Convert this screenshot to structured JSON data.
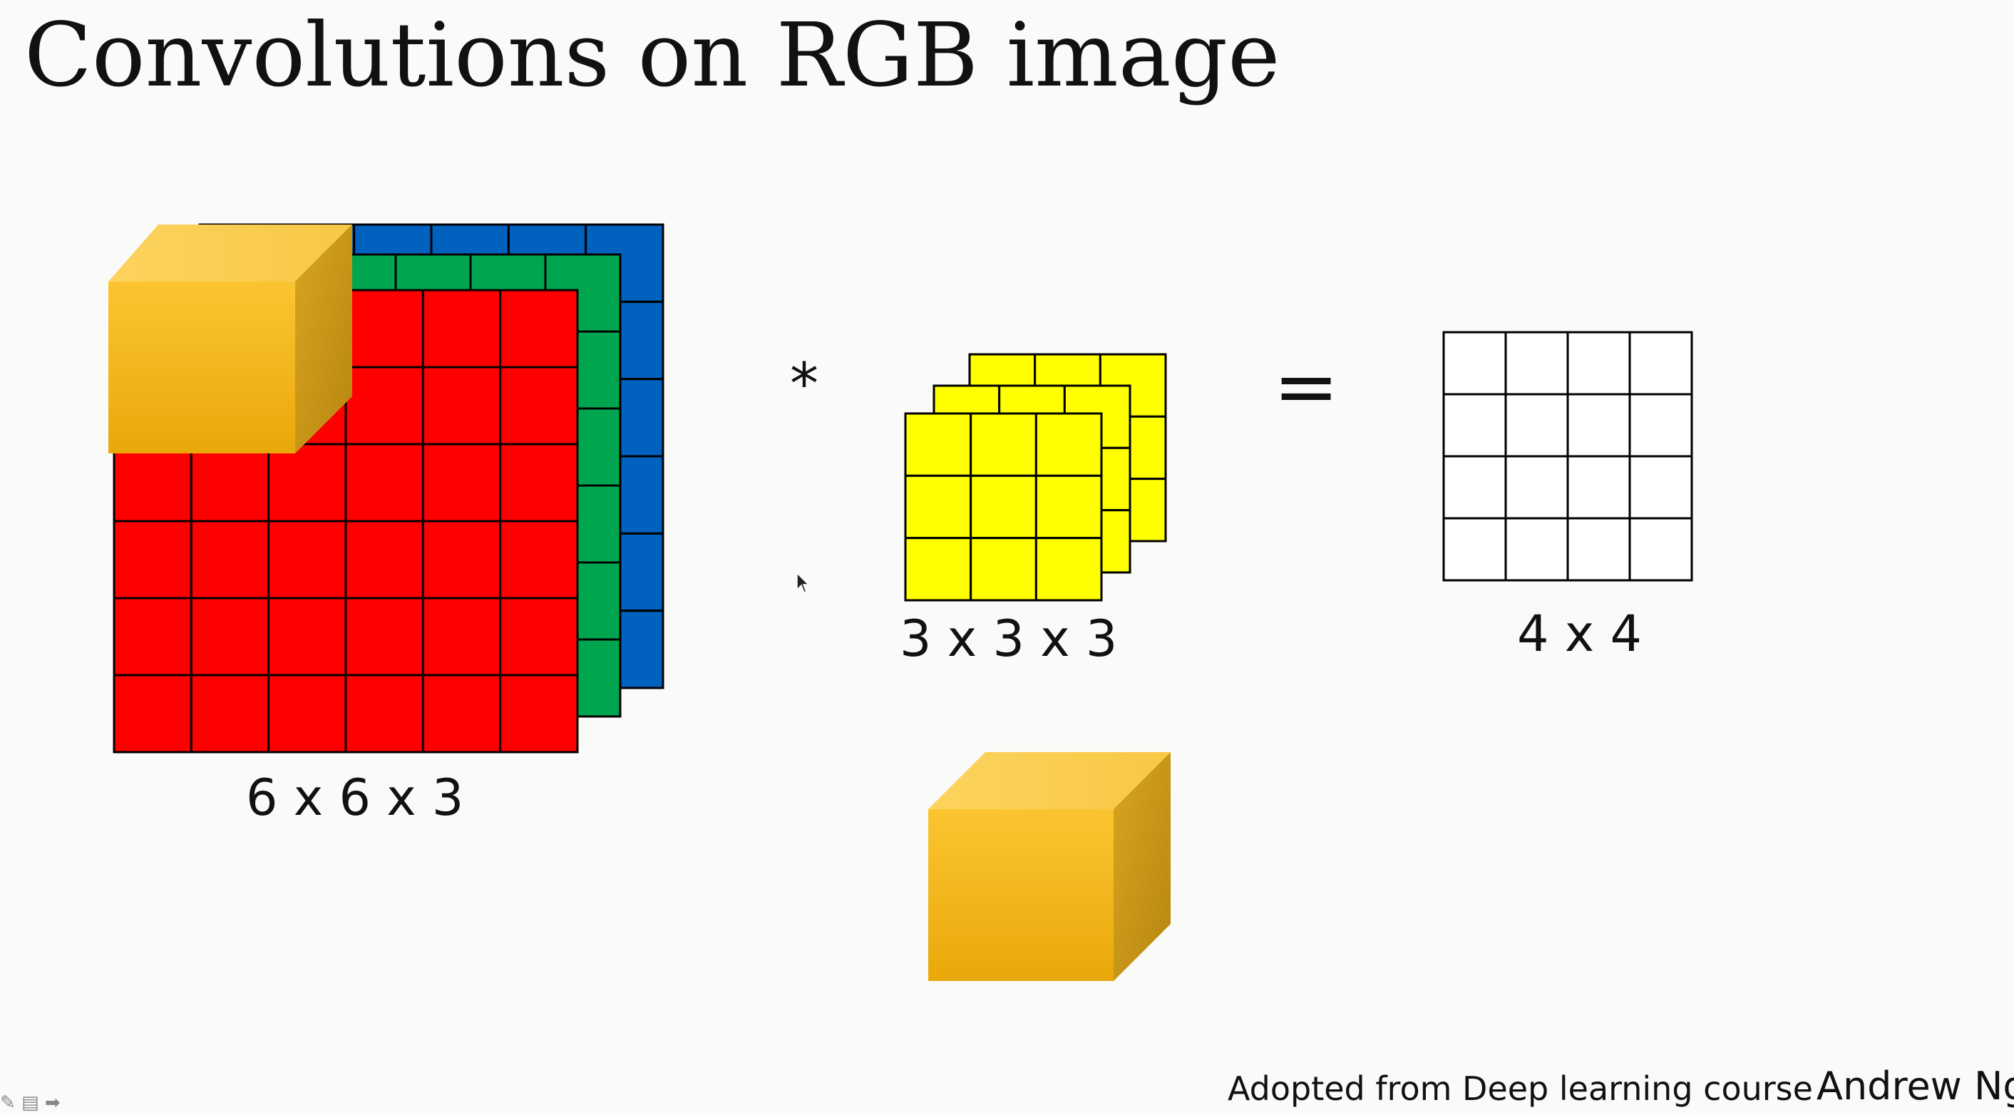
{
  "slide": {
    "title": "Convolutions on RGB image",
    "operator_multiply": "*",
    "operator_equals": "=",
    "input_label": "6 x 6 x 3",
    "filter_label": "3 x 3 x 3",
    "output_label": "4 x 4",
    "credit": "Adopted from Deep learning course",
    "author": "Andrew Ng"
  },
  "diagram": {
    "input_grid": {
      "rows": 6,
      "cols": 6,
      "channels": 3
    },
    "filter_grid": {
      "rows": 3,
      "cols": 3,
      "channels": 3
    },
    "output_grid": {
      "rows": 4,
      "cols": 4
    },
    "colors": {
      "red_channel": "#ff0000",
      "green_channel": "#00a64f",
      "blue_channel": "#0061bf",
      "filter": "#ffff00",
      "cube_front": "#f7b81e",
      "cube_top": "#fcd15a",
      "cube_side": "#d4a015",
      "grid_line": "#000000"
    }
  }
}
